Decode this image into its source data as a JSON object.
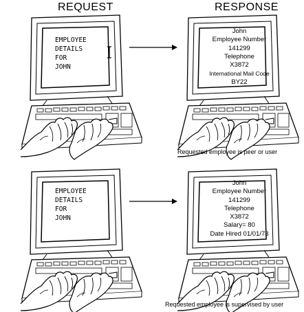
{
  "headers": {
    "request": "REQUEST",
    "response": "RESPONSE"
  },
  "panels": [
    {
      "request_lines": [
        "EMPLOYEE",
        "DETAILS",
        "FOR",
        "JOHN"
      ],
      "response_lines": [
        "John",
        "Employee Number",
        "141299",
        "Telephone",
        "X3872",
        "International Mail Code",
        "BY22"
      ],
      "caption": "Requested employee is peer or user",
      "cursor_icon": "text-cursor-icon"
    },
    {
      "request_lines": [
        "EMPLOYEE",
        "DETAILS",
        "FOR",
        "JOHN"
      ],
      "response_lines": [
        "John",
        "Employee Number",
        "141299",
        "Telephone",
        "X3872",
        "Salary= 80",
        "Date Hired 01/01/73"
      ],
      "caption": "Requested employee is supervised by user"
    }
  ],
  "icons": [
    "computer-terminal-icon",
    "keyboard-icon",
    "typing-hands-icon",
    "arrow-right-icon"
  ]
}
